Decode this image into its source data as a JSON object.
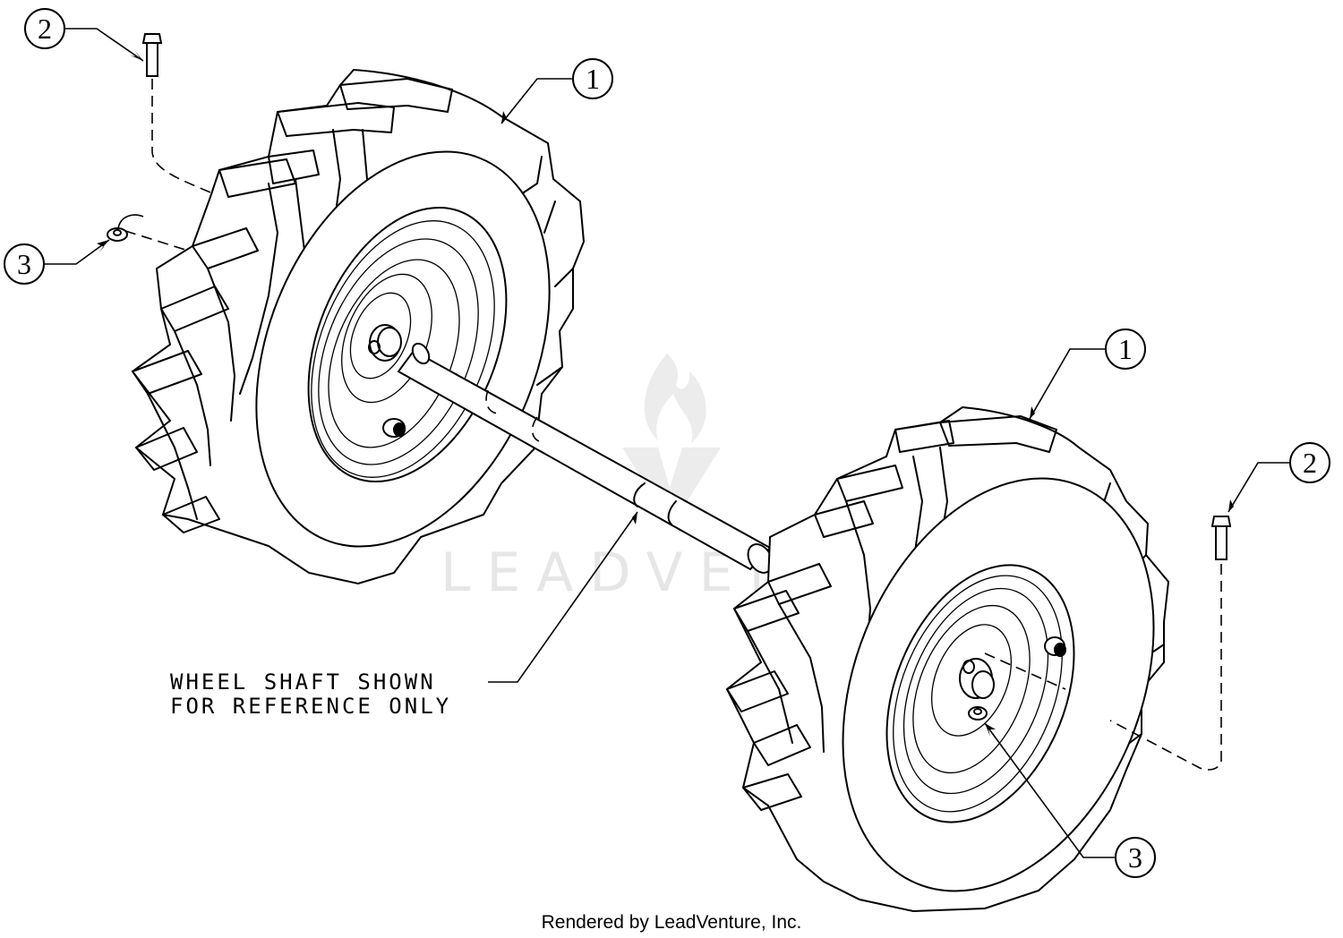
{
  "callouts": {
    "left_wheel": "1",
    "left_bolt": "2",
    "left_nut": "3",
    "right_wheel": "1",
    "right_bolt": "2",
    "right_nut": "3"
  },
  "note": {
    "line1": "WHEEL SHAFT SHOWN",
    "line2": "FOR REFERENCE ONLY"
  },
  "watermark": "LEADVENTURE",
  "footer": "Rendered by LeadVenture, Inc.",
  "icons": {
    "watermark_logo": "flame-logo-icon"
  }
}
